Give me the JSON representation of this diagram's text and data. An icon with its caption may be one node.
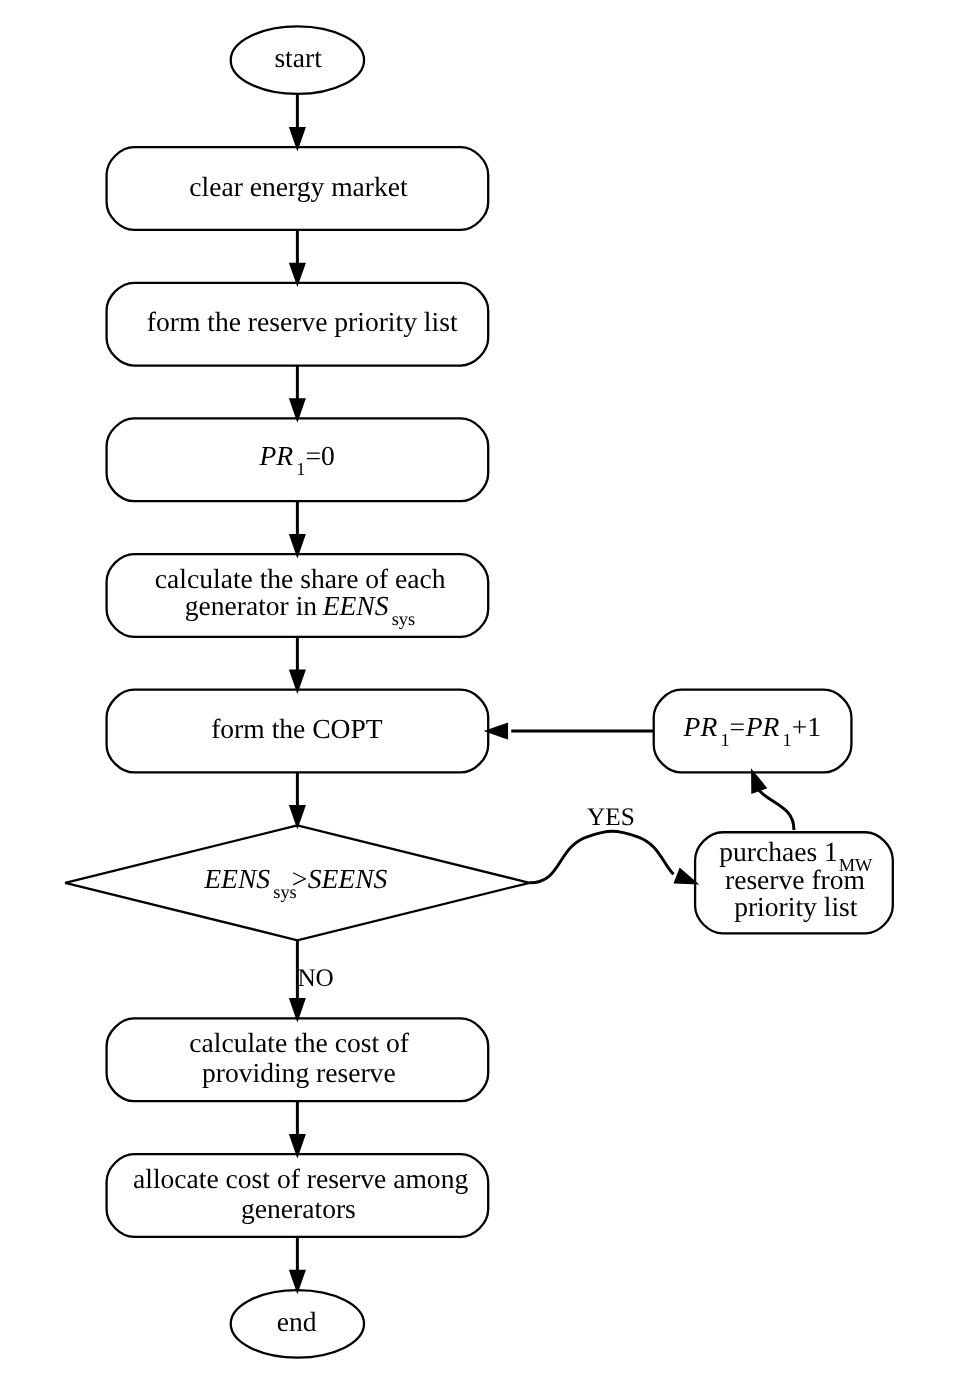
{
  "diagram": {
    "nodes": [
      {
        "text": [
          "start"
        ]
      },
      {
        "text": [
          "clear energy market"
        ]
      },
      {
        "text": [
          "form the reserve priority list"
        ]
      },
      {
        "text": [
          "*PR*$_{1}$=0"
        ]
      },
      {
        "text": [
          "calculate the share of each generator in *EENS*$_{sys}$"
        ]
      },
      {
        "text": [
          "form the COPT"
        ]
      },
      {
        "text": [
          "*EENS*$_{sys}$>*SEENS*"
        ]
      },
      {
        "text": [
          "purchaes 1$_{MW}$ reserve from priority list"
        ]
      },
      {
        "text": [
          "*PR*$_{1}$=*PR*$_{1}$+1"
        ]
      },
      {
        "text": [
          "calculate the cost of providing reserve"
        ]
      },
      {
        "text": [
          "allocate cost of reserve among generators"
        ]
      },
      {
        "text": [
          "end"
        ]
      }
    ],
    "edges": [
      {
        "from": 0,
        "to": 1,
        "arrow": "to"
      },
      {
        "from": 1,
        "to": 2,
        "arrow": "to"
      },
      {
        "from": 2,
        "to": 3,
        "arrow": "to"
      },
      {
        "from": 3,
        "to": 4,
        "arrow": "to"
      },
      {
        "from": 4,
        "to": 5,
        "arrow": "to"
      },
      {
        "from": 5,
        "to": 6,
        "arrow": "to"
      },
      {
        "from": 6,
        "to": 7,
        "arrow": "to",
        "label": "YES"
      },
      {
        "from": 7,
        "to": 8,
        "arrow": "to"
      },
      {
        "from": 8,
        "to": 5,
        "arrow": "to"
      },
      {
        "from": 6,
        "to": 9,
        "arrow": "to",
        "label": "NO"
      },
      {
        "from": 9,
        "to": 10,
        "arrow": "to"
      },
      {
        "from": 10,
        "to": 11,
        "arrow": "to"
      }
    ]
  }
}
